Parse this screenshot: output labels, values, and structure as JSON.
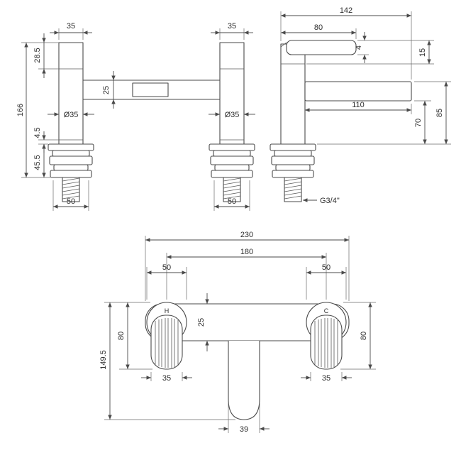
{
  "front_view": {
    "handle_width_left": "35",
    "handle_width_right": "35",
    "handle_height": "28.5",
    "body_bar_height": "25",
    "overall_height": "166",
    "diameter_left": "Ø35",
    "diameter_right": "Ø35",
    "deck_gap": "4.5",
    "base_stack_height": "45.5",
    "base_width_left": "50",
    "base_width_right": "50"
  },
  "side_view": {
    "overall_depth": "142",
    "lever_reach": "80",
    "lever_thickness": "4",
    "lever_rise": "15",
    "spout_reach": "110",
    "spout_underside_height": "70",
    "spout_top_height": "85",
    "thread_size": "G3/4\""
  },
  "plan_view": {
    "overall_width": "230",
    "handle_centres": "180",
    "escutcheon_left": "50",
    "escutcheon_right": "50",
    "body_depth": "25",
    "handle_length_left": "80",
    "handle_length_right": "80",
    "handle_width_left": "35",
    "handle_width_right": "35",
    "overall_projection": "149.5",
    "spout_width": "39",
    "hot_label": "H",
    "cold_label": "C"
  }
}
